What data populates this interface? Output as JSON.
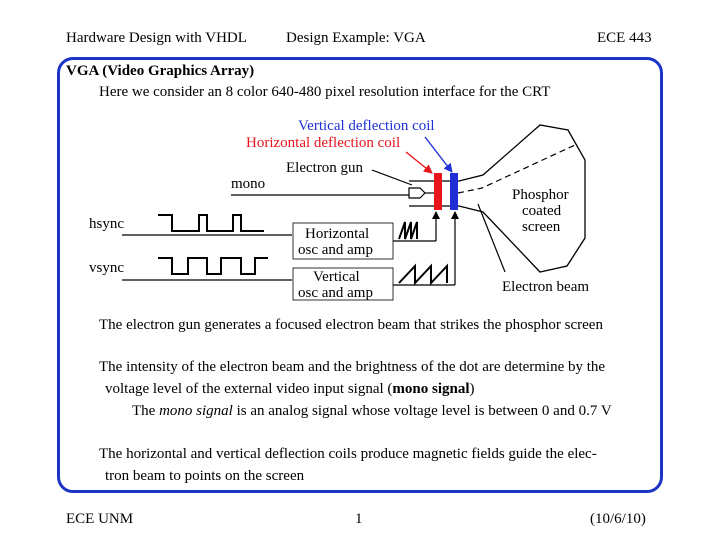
{
  "header": {
    "left": "Hardware Design with VHDL",
    "center": "Design Example: VGA",
    "right": "ECE 443"
  },
  "slide": {
    "title": "VGA (Video Graphics Array)",
    "intro": "Here we consider an 8 color 640-480 pixel resolution interface for the CRT",
    "para1": "The electron gun generates a focused electron beam that strikes the phosphor screen",
    "para2_line1": "The intensity of the electron beam and the brightness of the dot are determine by the",
    "para2_line2_pre": "voltage level of the external video input signal (",
    "para2_line2_bold": "mono signal",
    "para2_line2_post": ")",
    "para3_pre": "The ",
    "para3_italic": "mono signal",
    "para3_post": " is an analog signal whose voltage level is between 0 and 0.7 V",
    "para4_line1": "The horizontal and vertical deflection coils produce magnetic fields guide the elec-",
    "para4_line2": "tron beam to points on the screen"
  },
  "diagram": {
    "vertical_coil_label": "Vertical deflection coil",
    "horizontal_coil_label": "Horizontal deflection coil",
    "electron_gun_label": "Electron gun",
    "mono_label": "mono",
    "hsync_label": "hsync",
    "vsync_label": "vsync",
    "h_osc_line1": "Horizontal",
    "h_osc_line2": "osc and amp",
    "v_osc_line1": "Vertical",
    "v_osc_line2": "osc and amp",
    "phosphor_line1": "Phosphor",
    "phosphor_line2": "coated",
    "phosphor_line3": "screen",
    "electron_beam_label": "Electron beam",
    "colors": {
      "vertical_coil": "#1f2fd6",
      "horizontal_coil": "#e8151b",
      "frame": "#1b34c6"
    }
  },
  "footer": {
    "left": "ECE UNM",
    "center": "1",
    "right": "(10/6/10)"
  }
}
